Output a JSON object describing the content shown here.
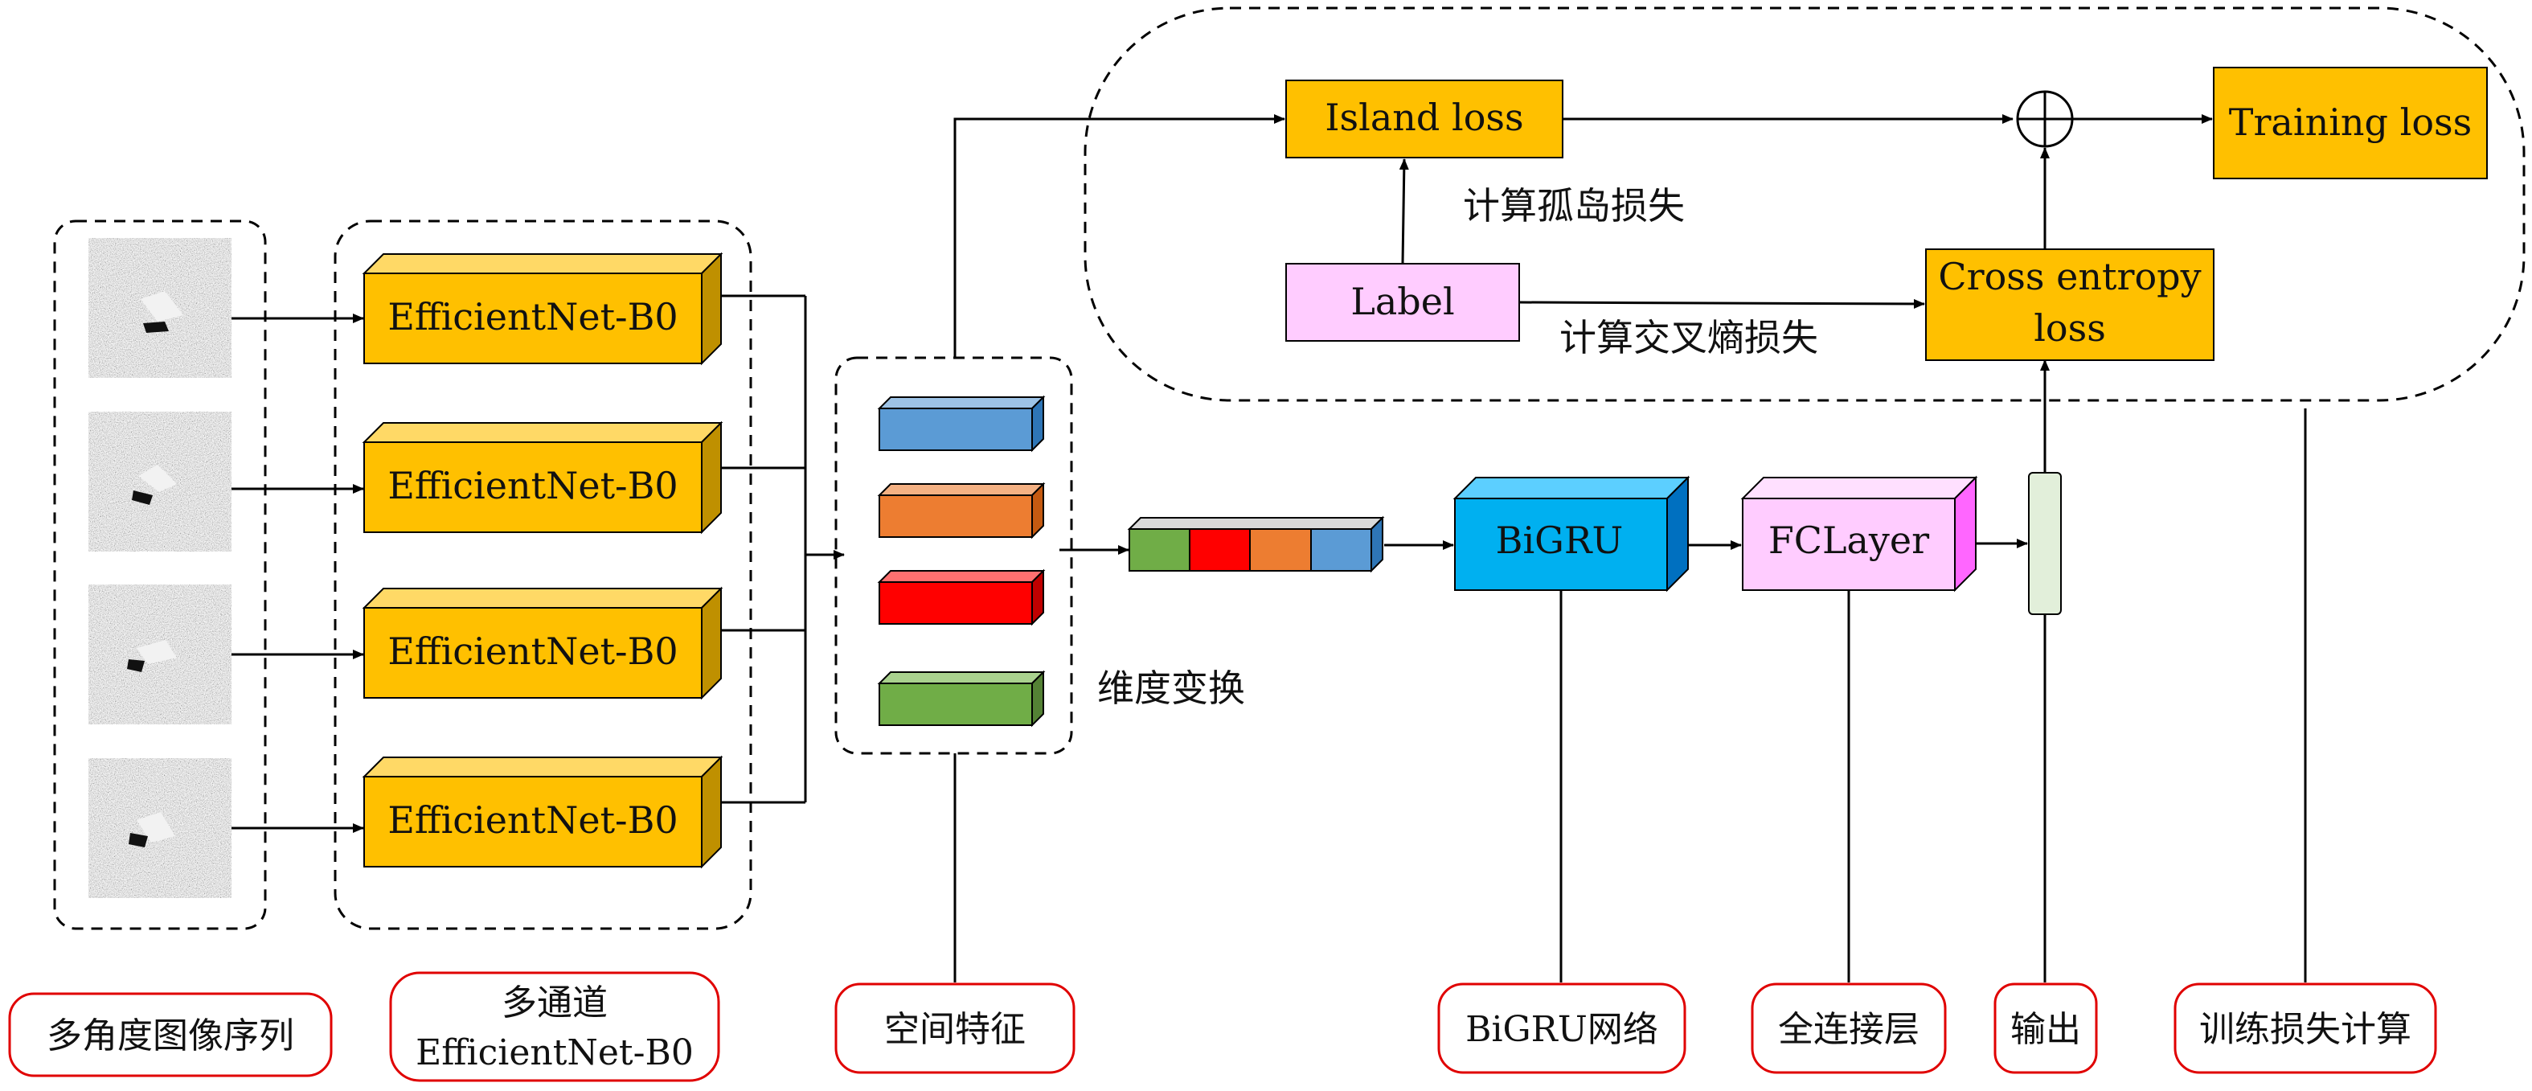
{
  "diagram": {
    "cnn_blocks": [
      "EfficientNet-B0",
      "EfficientNet-B0",
      "EfficientNet-B0",
      "EfficientNet-B0"
    ],
    "bigru_label": "BiGRU",
    "fclayer_label": "FCLayer",
    "island_loss_label": "Island loss",
    "label_label": "Label",
    "cross_entropy_line1": "Cross entropy",
    "cross_entropy_line2": "loss",
    "training_loss_label": "Training loss",
    "plus_symbol": "+",
    "annotation_island": "计算孤岛损失",
    "annotation_cross_entropy": "计算交叉熵损失",
    "annotation_reshape": "维度变换",
    "feature_colors": [
      "#5b9bd5",
      "#ed7d31",
      "#ff0000",
      "#70ad47"
    ],
    "concat_colors": [
      "#70ad47",
      "#ff0000",
      "#ed7d31",
      "#5b9bd5"
    ],
    "colors": {
      "cnn_box": "#ffc000",
      "bigru_box": "#00b0f0",
      "fclayer_box": "#ffccff",
      "loss_box": "#ffc000",
      "label_box": "#ffccff",
      "output_bar": "#e2efda",
      "legend_border": "#e00000"
    }
  },
  "legend": {
    "sequence": "多角度图像序列",
    "multichannel_line1": "多通道",
    "multichannel_line2": "EfficientNet-B0",
    "spatial": "空间特征",
    "bigru_net": "BiGRU网络",
    "fc": "全连接层",
    "output": "输出",
    "training": "训练损失计算"
  }
}
